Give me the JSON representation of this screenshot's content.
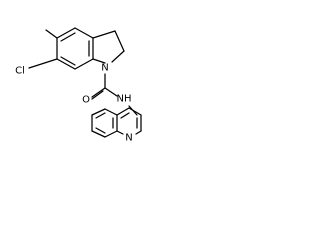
{
  "molecule": {
    "atoms": {
      "chlorine": "Cl",
      "indoline_nitrogen": "N",
      "carbonyl_oxygen": "O",
      "amide_nh": "NH",
      "quinoline_nitrogen": "N"
    }
  }
}
